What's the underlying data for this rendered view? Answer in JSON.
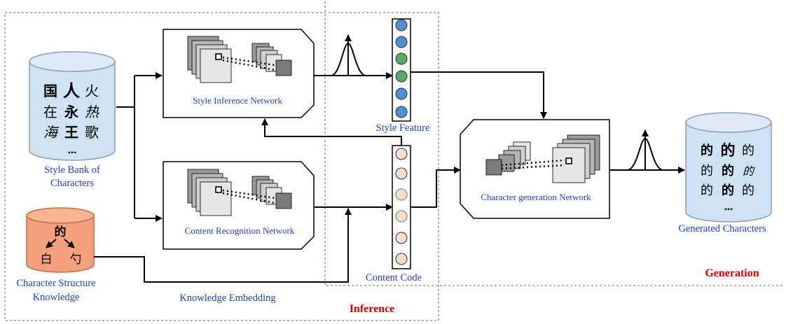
{
  "colors": {
    "label_blue": "#1f3fbf",
    "section_red": "#d40000",
    "style_node": "#4f8fd6",
    "style_node_green": "#58a868",
    "content_node": "#f9dccb",
    "content_node_green": "#7bbf6a",
    "bank_blue": "#cfe2f3",
    "knowledge_orange": "#f4a07c",
    "card_front": "#d8d8d8",
    "card_back": "#9a9a9a"
  },
  "style_bank": {
    "label_line1": "Style Bank of",
    "label_line2": "Characters",
    "glyph_rows": [
      [
        "国",
        "人",
        "火"
      ],
      [
        "在",
        "永",
        "热"
      ],
      [
        "海",
        "王",
        "歌"
      ]
    ],
    "ellipsis": "•••"
  },
  "knowledge": {
    "top_char": "的",
    "left_char": "白",
    "right_char": "勺",
    "label_line1": "Character Structure",
    "label_line2": "Knowledge"
  },
  "networks": {
    "style_inference": "Style  Inference Network",
    "content_recognition": "Content Recognition Network",
    "character_generation": "Character generation Network"
  },
  "feature_labels": {
    "style_feature": "Style Feature",
    "content_code": "Content Code",
    "knowledge_embedding": "Knowledge Embedding"
  },
  "generated": {
    "label": "Generated Characters",
    "glyph_rows": [
      [
        "的",
        "的",
        "的"
      ],
      [
        "的",
        "的",
        "的"
      ],
      [
        "的",
        "的",
        "的"
      ]
    ],
    "ellipsis": "•••"
  },
  "sections": {
    "inference": "Inference",
    "generation": "Generation"
  }
}
